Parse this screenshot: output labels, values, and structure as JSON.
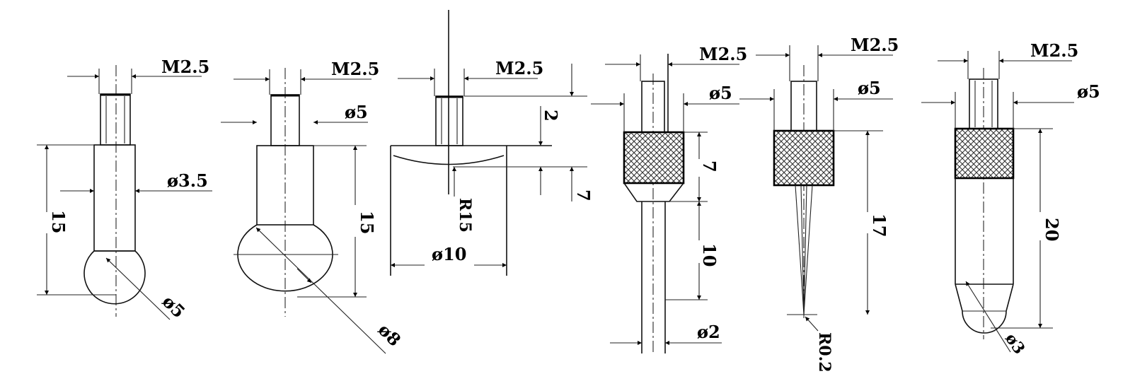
{
  "probes": [
    {
      "thread": "M2.5",
      "body_dia": "ø3.5",
      "length": "15",
      "tip": "ø5"
    },
    {
      "thread": "M2.5",
      "body_dia": "ø5",
      "length": "15",
      "tip": "ø8"
    },
    {
      "thread": "M2.5",
      "radius": "R15",
      "disc_dia": "ø10",
      "dim_a": "2",
      "dim_b": "7"
    },
    {
      "thread": "M2.5",
      "body_dia": "ø5",
      "knurl_len": "7",
      "stem_len": "10",
      "stem_dia": "ø2"
    },
    {
      "thread": "M2.5",
      "body_dia": "ø5",
      "length": "17",
      "tip": "R0.2"
    },
    {
      "thread": "M2.5",
      "body_dia": "ø5",
      "length": "20",
      "tip": "ø3"
    }
  ]
}
